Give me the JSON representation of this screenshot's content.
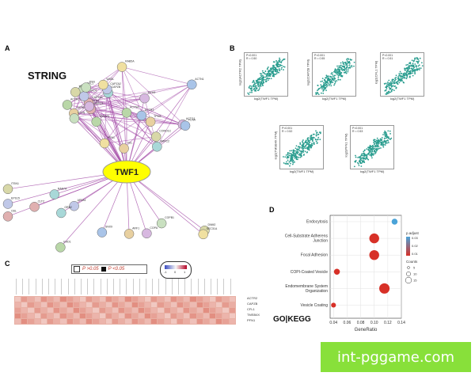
{
  "panels": {
    "a": {
      "letter": "A",
      "title": "STRING",
      "hub": "TWF1",
      "nodes": [
        "ACTR2",
        "ACTR3",
        "ACTB",
        "ACTG1",
        "CFL1",
        "PFN1",
        "CAPZB",
        "CAPZA1",
        "CAPZA2",
        "TMSB4X",
        "ACTN4",
        "ACTN1",
        "TPM3",
        "MYH9",
        "CTTN",
        "WASL",
        "ARPC2",
        "ARPC3",
        "ARPC4",
        "CORO1C",
        "IQGAP1",
        "FLNA",
        "VCL",
        "TLN1",
        "PXN",
        "RAB5A",
        "RAB7A",
        "CLTC",
        "AP2A1",
        "DNM2",
        "EHD1",
        "SNX9",
        "ARF1",
        "COPA",
        "COPB1",
        "SEC31A",
        "GRB2",
        "CBL",
        "EPS15",
        "ITSN1"
      ]
    },
    "b": {
      "letter": "B",
      "plots": [
        {
          "stat_p": "P<0.001",
          "stat_r": "R = 0.50",
          "xlabel": "log2(TWF1 TPM)",
          "ylabel": "log2(ACTR2 TPM)"
        },
        {
          "stat_p": "P<0.001",
          "stat_r": "R = 0.55",
          "xlabel": "log2(TWF1 TPM)",
          "ylabel": "log2(CAPZB TPM)"
        },
        {
          "stat_p": "P<0.001",
          "stat_r": "R = 0.51",
          "xlabel": "log2(TWF1 TPM)",
          "ylabel": "log2(CFL1 TPM)"
        },
        {
          "stat_p": "P<0.001",
          "stat_r": "R = 0.52",
          "xlabel": "log2(TWF1 TPM)",
          "ylabel": "log2(TMSB4X TPM)"
        },
        {
          "stat_p": "P<0.001",
          "stat_r": "R = 0.53",
          "xlabel": "log2(TWF1 TPM)",
          "ylabel": "log2(PFN1 TPM)"
        }
      ]
    },
    "c": {
      "letter": "C",
      "legend_p1": "P >0.05",
      "legend_p2": "P <0.05",
      "scale_min": "-1",
      "scale_mid": "0",
      "scale_max": "1",
      "rows": [
        "ACTR2",
        "CAPZB",
        "CFL1",
        "TMSB4X",
        "PFN1"
      ]
    },
    "d": {
      "letter": "D",
      "footer": "GO|KEGG"
    }
  },
  "chart_data": {
    "type": "scatter",
    "title": "",
    "xlabel": "GeneRatio",
    "ylabel": "",
    "xlim": [
      0.035,
      0.14
    ],
    "xticks": [
      "0.04",
      "0.06",
      "0.08",
      "0.10",
      "0.12",
      "0.14"
    ],
    "categories": [
      "Endocytosis",
      "Cell-Substrate Adherens Junction",
      "Focal Adhesion",
      "COPI-Coated Vesicle",
      "Endomembrane System Organization",
      "Vesicle Coating"
    ],
    "points": [
      {
        "term": "Endocytosis",
        "x": 0.13,
        "p": 0.03,
        "count": 5
      },
      {
        "term": "Cell-Substrate Adherens Junction",
        "x": 0.1,
        "p": 0.005,
        "count": 12
      },
      {
        "term": "Focal Adhesion",
        "x": 0.1,
        "p": 0.005,
        "count": 12
      },
      {
        "term": "COPI-Coated Vesicle",
        "x": 0.045,
        "p": 0.005,
        "count": 5
      },
      {
        "term": "Endomembrane System Organization",
        "x": 0.115,
        "p": 0.005,
        "count": 13
      },
      {
        "term": "Vesicle Coating",
        "x": 0.04,
        "p": 0.005,
        "count": 3
      }
    ],
    "legend": {
      "color_title": "p.adjust",
      "color_ticks": [
        "0.03",
        "0.02",
        "0.01"
      ],
      "size_title": "Counts",
      "size_ticks": [
        "5",
        "10",
        "15"
      ]
    },
    "grid": true,
    "colors": {
      "low": "#d73027",
      "high": "#4aa3d8"
    }
  },
  "watermark": {
    "text": "int-pggame.com",
    "color": "#88e03a"
  }
}
